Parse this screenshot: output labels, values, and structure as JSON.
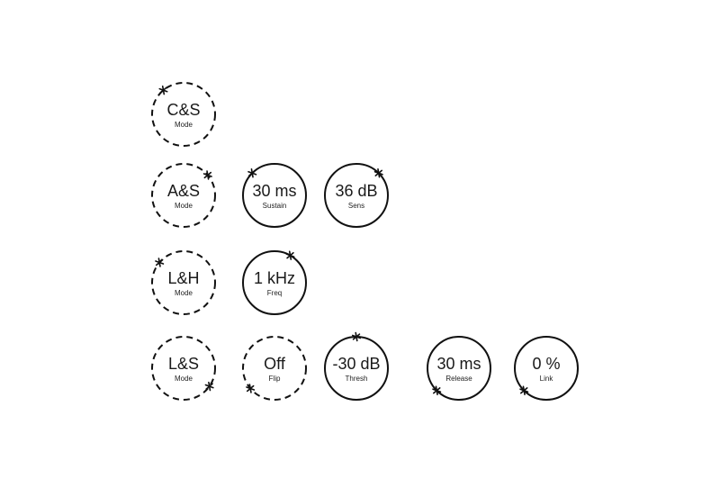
{
  "rows": [
    {
      "knobs": [
        {
          "value": "C&S",
          "label": "Mode",
          "style": "dashed",
          "marker_angle_deg": 230
        }
      ]
    },
    {
      "knobs": [
        {
          "value": "A&S",
          "label": "Mode",
          "style": "dashed",
          "marker_angle_deg": -40
        },
        {
          "value": "30 ms",
          "label": "Sustain",
          "style": "solid",
          "marker_angle_deg": 225
        },
        {
          "value": "36 dB",
          "label": "Sens",
          "style": "solid",
          "marker_angle_deg": 315
        }
      ]
    },
    {
      "knobs": [
        {
          "value": "L&H",
          "label": "Mode",
          "style": "dashed",
          "marker_angle_deg": 220
        },
        {
          "value": "1 kHz",
          "label": "Freq",
          "style": "solid",
          "marker_angle_deg": -60
        }
      ]
    },
    {
      "knobs": [
        {
          "value": "L&S",
          "label": "Mode",
          "style": "dashed",
          "marker_angle_deg": 35
        },
        {
          "value": "Off",
          "label": "Flip",
          "style": "dashed",
          "marker_angle_deg": 140
        },
        {
          "value": "-30 dB",
          "label": "Thresh",
          "style": "solid",
          "marker_angle_deg": -90
        },
        {
          "value": "30 ms",
          "label": "Release",
          "style": "solid",
          "marker_angle_deg": 135
        },
        {
          "value": "0 %",
          "label": "Link",
          "style": "solid",
          "marker_angle_deg": 135
        }
      ]
    }
  ]
}
